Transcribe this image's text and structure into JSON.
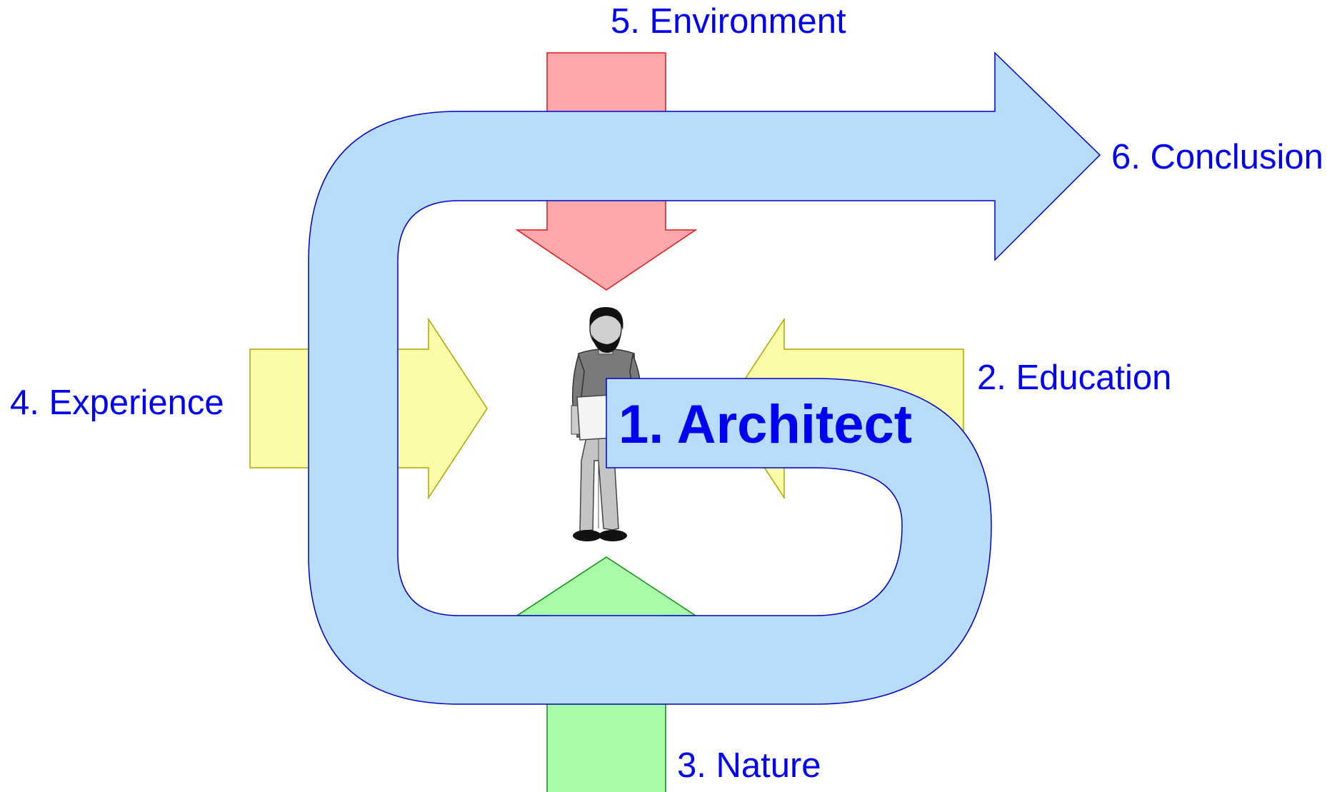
{
  "labels": {
    "architect": "1. Architect",
    "education": "2. Education",
    "nature": "3. Nature",
    "experience": "4. Experience",
    "environment": "5. Environment",
    "conclusion": "6. Conclusion"
  },
  "colors": {
    "text": "#0000ee",
    "path_fill": "#b8dcfc",
    "path_stroke": "#0000cc",
    "environment_fill": "#fca8ac",
    "environment_stroke": "#e01818",
    "education_experience_fill": "#fcfca8",
    "education_experience_stroke": "#a8a800",
    "nature_fill": "#a8fca8",
    "nature_stroke": "#109010"
  }
}
